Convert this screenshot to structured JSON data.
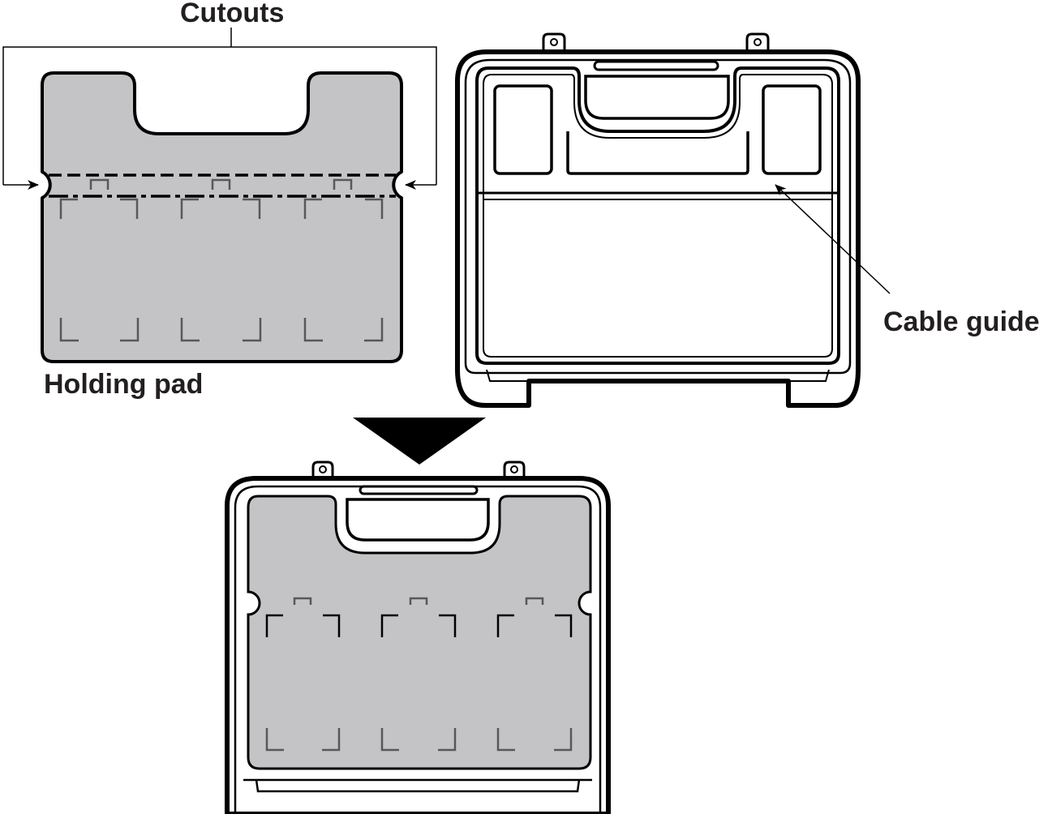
{
  "labels": {
    "cutouts": "Cutouts",
    "holding_pad": "Holding pad",
    "cable_guide": "Cable guide"
  },
  "colors": {
    "pad_fill": "#c4c4c6",
    "outline": "#000000",
    "guide_mark": "#58585a",
    "text": "#231f20"
  }
}
